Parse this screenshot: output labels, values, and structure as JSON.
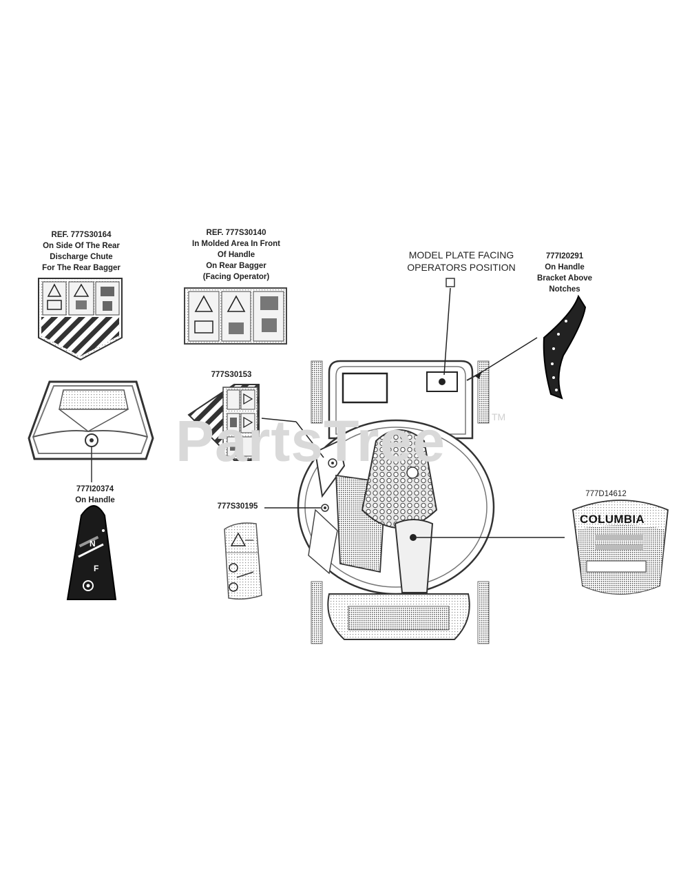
{
  "labels": {
    "rear_chute": {
      "lines": [
        "REF. 777S30164",
        "On Side Of The Rear",
        "Discharge Chute",
        "For The Rear Bagger"
      ]
    },
    "rear_bagger": {
      "lines": [
        "REF. 777S30140",
        "In Molded Area In Front",
        "Of Handle",
        "On Rear Bagger",
        "(Facing Operator)"
      ]
    },
    "model_plate": {
      "lines": [
        "MODEL PLATE FACING",
        "OPERATORS POSITION"
      ]
    },
    "handle_bracket": {
      "lines": [
        "777I20291",
        "On Handle",
        "Bracket Above",
        "Notches"
      ]
    },
    "part_30153": {
      "lines": [
        "777S30153"
      ]
    },
    "handle_decal": {
      "lines": [
        "777I20374",
        "On Handle"
      ]
    },
    "part_30195": {
      "lines": [
        "777S30195"
      ]
    },
    "engine_decal": {
      "lines": [
        "777D14612"
      ]
    }
  },
  "watermark": {
    "text": "PartsTree",
    "tm": "TM"
  },
  "brand": {
    "name": "COLUMBIA"
  },
  "gear_letters": {
    "n": "N",
    "f": "F"
  }
}
